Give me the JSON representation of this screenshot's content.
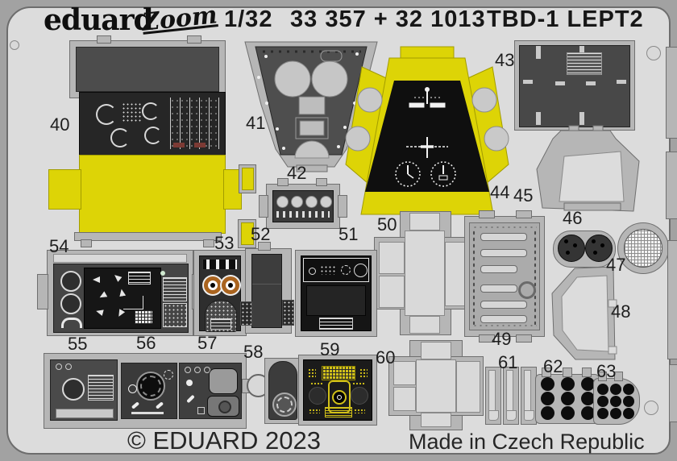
{
  "header": {
    "brand": "eduard",
    "series": "Zoom",
    "scale": "1/32",
    "catalog": "33 357 + 32 1013",
    "title": "TBD-1 LEPT2"
  },
  "footer": {
    "copyright": "© EDUARD 2023",
    "made_in": "Made in Czech Republic"
  },
  "parts": {
    "p40": "40",
    "p41": "41",
    "p42": "42",
    "p43": "43",
    "p44": "44",
    "p45": "45",
    "p46": "46",
    "p47": "47",
    "p48": "48",
    "p49": "49",
    "p50": "50",
    "p51": "51",
    "p52": "52",
    "p53": "53",
    "p54": "54",
    "p55": "55",
    "p56": "56",
    "p57": "57",
    "p58": "58",
    "p59": "59",
    "p60": "60",
    "p61": "61",
    "p62": "62",
    "p63": "63"
  },
  "colors": {
    "sheet_background": "#dcdcdc",
    "border_gray": "#a2a2a2",
    "etch_frame_gray": "#b6b6b6",
    "dark_panel": "#454545",
    "black_panel": "#161616",
    "brass_yellow": "#ddd406",
    "instrument_yellow": "#d2c119",
    "orange_ring": "#aa641f"
  }
}
